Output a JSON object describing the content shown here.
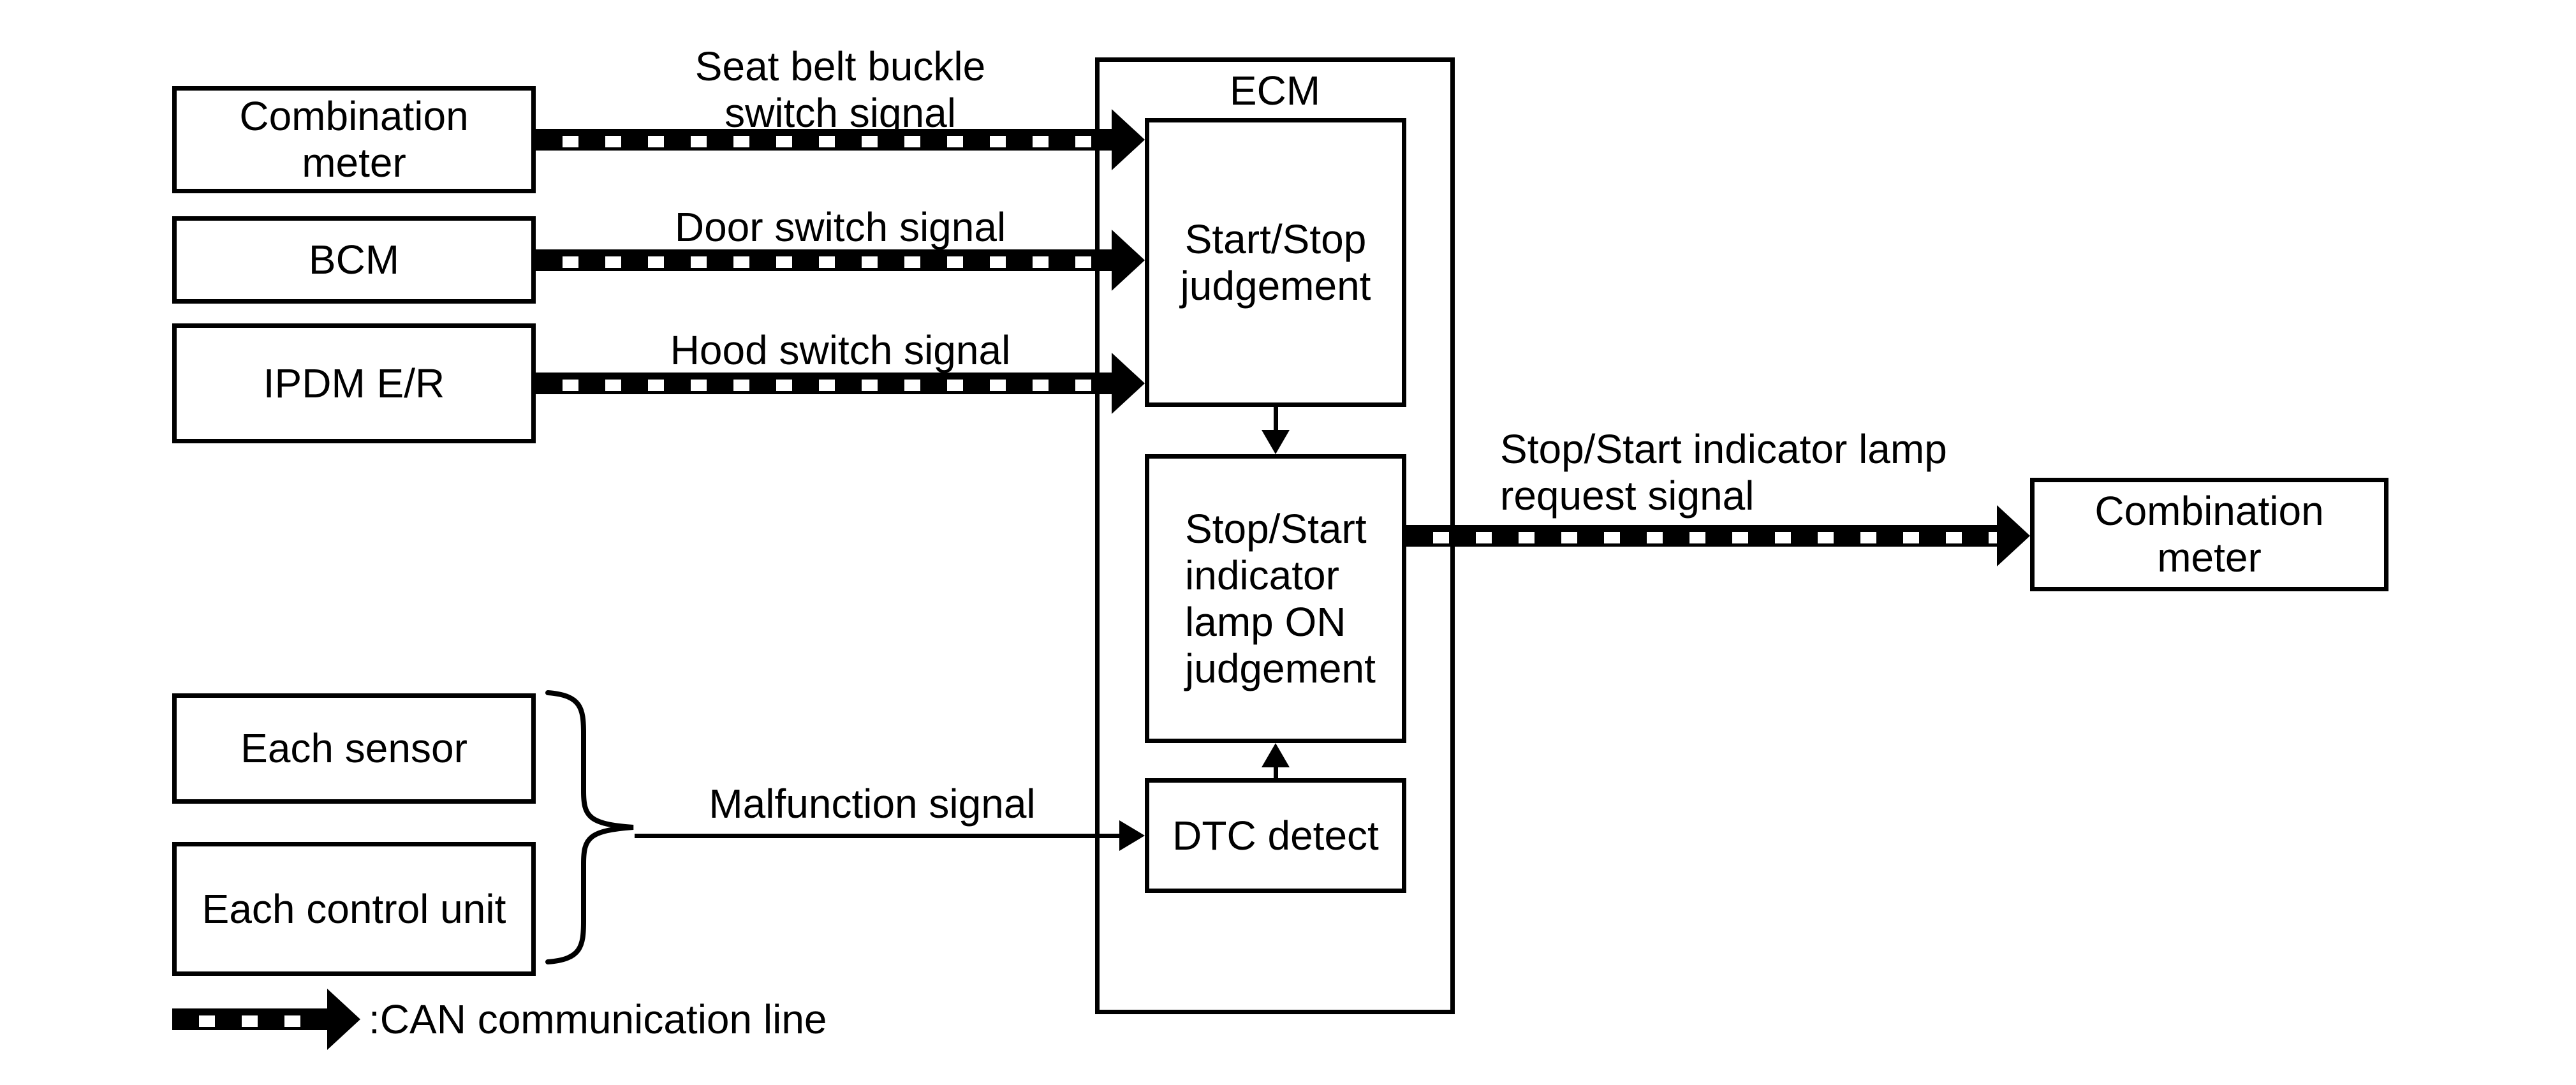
{
  "diagram": {
    "background": "#ffffff",
    "line_color": "#000000",
    "nodes": {
      "combination_meter_left": "Combination\nmeter",
      "bcm": "BCM",
      "ipdm_er": "IPDM E/R",
      "ecm_title": "ECM",
      "start_stop_judgement": "Start/Stop\njudgement",
      "lamp_on_judgement": "Stop/Start\nindicator\nlamp ON\njudgement",
      "dtc_detect": "DTC detect",
      "combination_meter_right": "Combination\nmeter",
      "each_sensor": "Each sensor",
      "each_control_unit": "Each control unit"
    },
    "signals": {
      "seat_belt": "Seat belt buckle\nswitch signal",
      "door": "Door switch signal",
      "hood": "Hood switch signal",
      "malfunction": "Malfunction signal",
      "lamp_request": "Stop/Start indicator lamp\nrequest signal"
    },
    "legend": {
      "can_line": ":CAN communication line"
    }
  }
}
